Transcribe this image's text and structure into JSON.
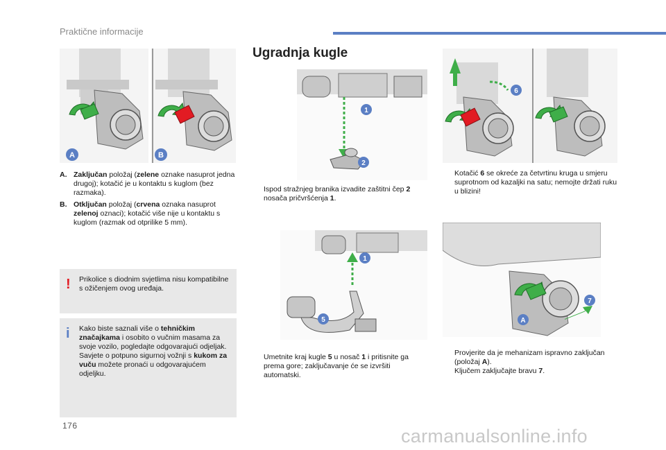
{
  "header": {
    "title": "Praktične informacije"
  },
  "page_number": "176",
  "watermark": "carmanualsonline.info",
  "section": {
    "title": "Ugradnja kugle"
  },
  "figure_labels": {
    "a": "A",
    "b": "B",
    "n1": "1",
    "n2": "2",
    "n5": "5",
    "n6": "6",
    "n7": "7"
  },
  "states": {
    "a": {
      "letter": "A.",
      "bold": "Zaključan",
      "text1": " položaj (",
      "color_word": "zelene",
      "text2": " oznake nasuprot jedna drugoj); kotačić je u kontaktu s kuglom (bez razmaka)."
    },
    "b": {
      "letter": "B.",
      "bold": "Otključan",
      "text1": " položaj (",
      "color_word": "crvena",
      "text2": " oznaka nasuprot ",
      "color_word2": "zelenoj",
      "text3": " oznaci); kotačić više nije u kontaktu s kuglom (razmak od otprilike 5 mm)."
    }
  },
  "warning": {
    "icon": "!",
    "text": "Prikolice s diodnim svjetlima nisu kompatibilne s ožičenjem ovog uređaja."
  },
  "info": {
    "icon": "i",
    "p1_a": "Kako biste saznali više o ",
    "p1_b": "tehničkim značajkama",
    "p1_c": " i osobito o vučnim masama za svoje vozilo, pogledajte odgovarajući odjeljak.",
    "p2_a": "Savjete o potpuno sigurnoj vožnji s ",
    "p2_b": "kukom za vuču",
    "p2_c": " možete pronaći u odgovarajućem odjeljku."
  },
  "steps": {
    "s1": {
      "bullet": "",
      "a": "Ispod stražnjeg branika izvadite zaštitni čep ",
      "b": "2",
      "c": " nosača pričvršćenja ",
      "d": "1",
      "e": "."
    },
    "s2": {
      "bullet": "",
      "a": "Umetnite kraj kugle ",
      "b": "5",
      "c": " u nosač ",
      "d": "1",
      "e": " i pritisnite ga prema gore; zaključavanje će se izvršiti automatski."
    },
    "s3": {
      "bullet": "",
      "a": "Kotačić ",
      "b": "6",
      "c": " se okreće za četvrtinu kruga u smjeru suprotnom od kazaljki na satu; nemojte držati ruku u blizini!"
    },
    "s4": {
      "bullet": "",
      "a": "Provjerite da je mehanizam ispravno zaključan (položaj ",
      "b": "A",
      "c": ")."
    },
    "s5": {
      "bullet": "",
      "a": "Ključem zaključajte bravu ",
      "b": "7",
      "c": "."
    }
  },
  "colors": {
    "accent_blue": "#5b7fc4",
    "green": "#3fae49",
    "red": "#e21b23",
    "warning_red": "#e21b23",
    "note_bg": "#e8e8e8"
  }
}
